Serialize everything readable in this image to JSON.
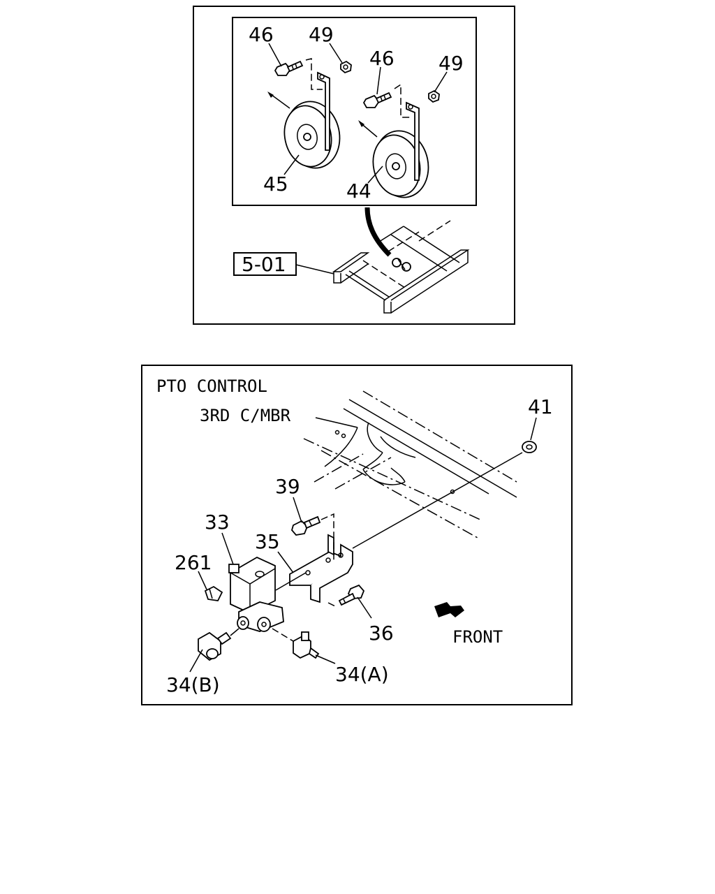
{
  "top_diagram": {
    "callouts": {
      "c46a": "46",
      "c49a": "49",
      "c46b": "46",
      "c49b": "49",
      "c45": "45",
      "c44": "44"
    },
    "ref_box": "5-01"
  },
  "bottom_diagram": {
    "title": "PTO CONTROL",
    "subtitle": "3RD C/MBR",
    "callouts": {
      "c41": "41",
      "c39": "39",
      "c33": "33",
      "c35": "35",
      "c261": "261",
      "c36": "36",
      "c34a": "34(A)",
      "c34b": "34(B)"
    },
    "direction": "FRONT"
  }
}
